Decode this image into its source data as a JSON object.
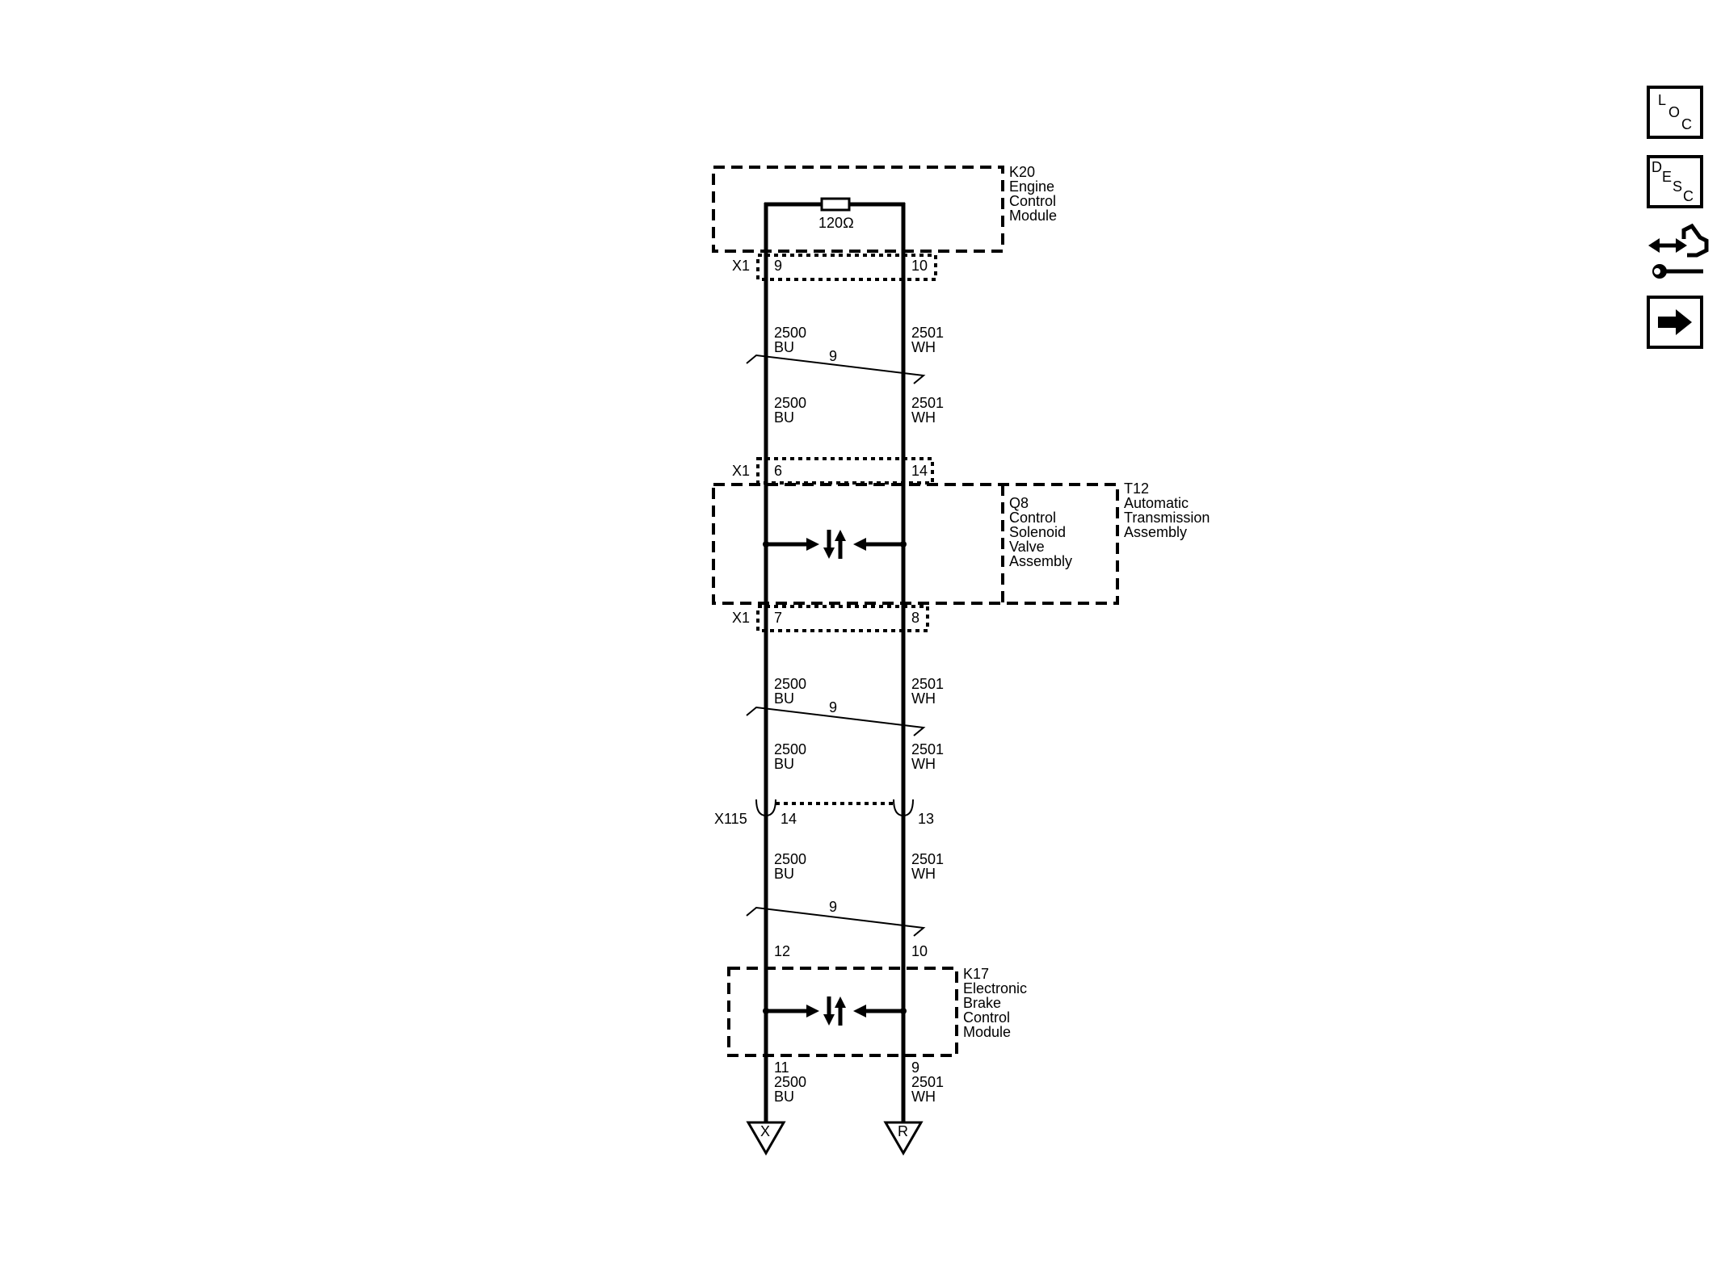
{
  "k20": {
    "id": "K20",
    "line1": "Engine",
    "line2": "Control",
    "line3": "Module",
    "resistor": "120Ω"
  },
  "x1_top": {
    "connector": "X1",
    "pin_left": "9",
    "pin_right": "10"
  },
  "wire_labels": {
    "bu_num": "2500",
    "bu_color": "BU",
    "wh_num": "2501",
    "wh_color": "WH",
    "twist": "9"
  },
  "x1_mid": {
    "connector": "X1",
    "pin_left": "6",
    "pin_right": "14"
  },
  "t12": {
    "id": "T12",
    "line1": "Automatic",
    "line2": "Transmission",
    "line3": "Assembly"
  },
  "q8": {
    "id": "Q8",
    "line1": "Control",
    "line2": "Solenoid",
    "line3": "Valve",
    "line4": "Assembly"
  },
  "x1_low": {
    "connector": "X1",
    "pin_left": "7",
    "pin_right": "8"
  },
  "x115": {
    "connector": "X115",
    "pin_left": "14",
    "pin_right": "13"
  },
  "k17": {
    "id": "K17",
    "line1": "Electronic",
    "line2": "Brake",
    "line3": "Control",
    "line4": "Module",
    "pin_in_left": "12",
    "pin_in_right": "10",
    "pin_out_left": "11",
    "pin_out_right": "9"
  },
  "terminals": {
    "left": "X",
    "right": "R"
  },
  "toolbar": {
    "loc": {
      "c1": "L",
      "c2": "O",
      "c3": "C"
    },
    "desc": {
      "c1": "D",
      "c2": "E",
      "c3": "S",
      "c4": "C"
    }
  }
}
